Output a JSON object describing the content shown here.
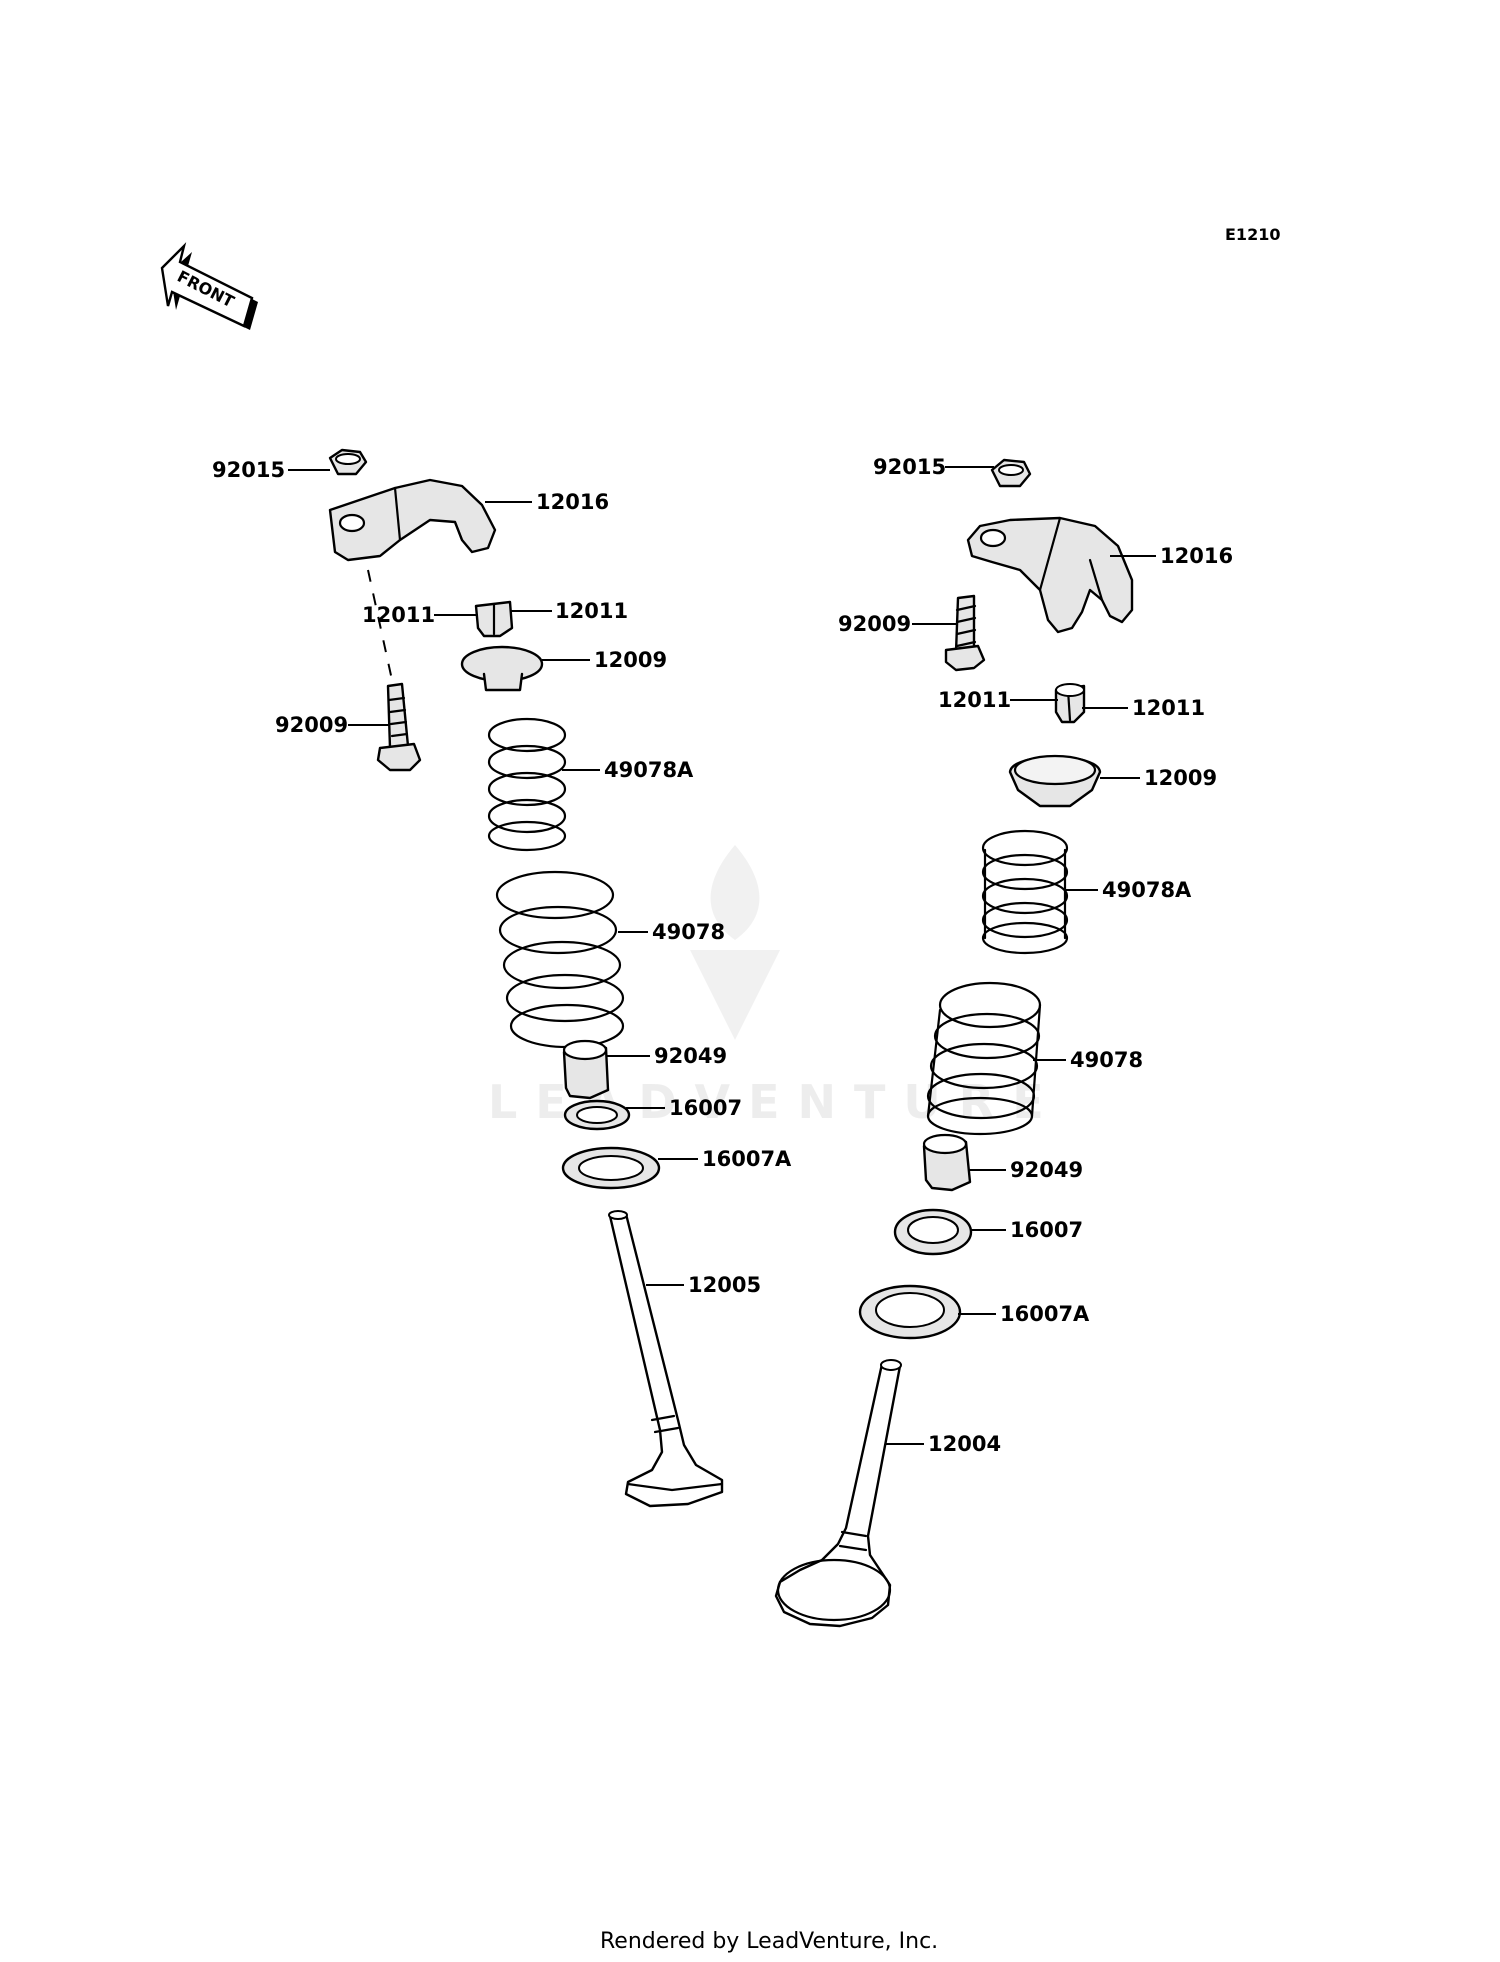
{
  "diagram_code": "E1210",
  "front_arrow_label": "FRONT",
  "watermark": "LEADVENTURE",
  "footer": "Rendered by LeadVenture, Inc.",
  "labels": {
    "l_92015": "92015",
    "l_12016": "12016",
    "l_12011_a": "12011",
    "l_12011_b": "12011",
    "l_12009": "12009",
    "l_92009": "92009",
    "l_49078A": "49078A",
    "l_49078": "49078",
    "l_92049": "92049",
    "l_16007": "16007",
    "l_16007A": "16007A",
    "l_12005": "12005",
    "r_92015": "92015",
    "r_12016": "12016",
    "r_92009": "92009",
    "r_12011_a": "12011",
    "r_12011_b": "12011",
    "r_12009": "12009",
    "r_49078A": "49078A",
    "r_49078": "49078",
    "r_92049": "92049",
    "r_16007": "16007",
    "r_16007A": "16007A",
    "r_12004": "12004"
  }
}
